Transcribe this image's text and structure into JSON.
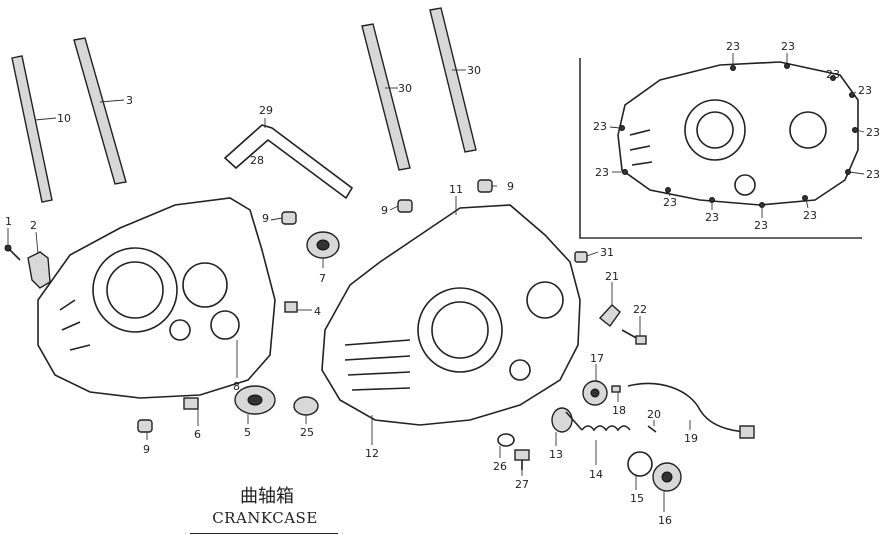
{
  "title_cn": "曲轴箱",
  "title_en": "CRANKCASE",
  "callouts": {
    "c1": "1",
    "c2": "2",
    "c3": "3",
    "c4": "4",
    "c5": "5",
    "c6": "6",
    "c7": "7",
    "c8": "8",
    "c9a": "9",
    "c9b": "9",
    "c9c": "9",
    "c9d": "9",
    "c10": "10",
    "c11": "11",
    "c12": "12",
    "c13": "13",
    "c14": "14",
    "c15": "15",
    "c16": "16",
    "c17": "17",
    "c18": "18",
    "c19": "19",
    "c20": "20",
    "c21": "21",
    "c22": "22",
    "c25": "25",
    "c26": "26",
    "c27": "27",
    "c28": "28",
    "c29": "29",
    "c30a": "30",
    "c30b": "30",
    "c31": "31",
    "i23a": "23",
    "i23b": "23",
    "i23c": "23",
    "i23d": "23",
    "i23e": "23",
    "i23f": "23",
    "i23g": "23",
    "i23h": "23",
    "i23i": "23",
    "i23j": "23",
    "i23k": "23",
    "i23l": "23"
  }
}
